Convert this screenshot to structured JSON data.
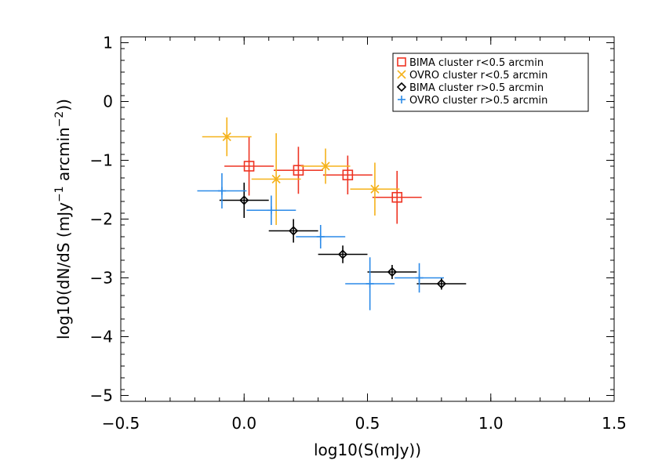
{
  "chart_data": {
    "type": "scatter",
    "xlabel": "log10(S(mJy))",
    "ylabel": {
      "prefix": "log10(dN/dS (mJy",
      "exp1": "−1",
      "middle": " arcmin",
      "exp2": "−2",
      "suffix": "))"
    },
    "xlim": [
      -0.5,
      1.5
    ],
    "ylim": [
      -5.1,
      1.1
    ],
    "xticks": [
      -0.5,
      0.0,
      0.5,
      1.0,
      1.5
    ],
    "xtick_labels": [
      "−0.5",
      "0.0",
      "0.5",
      "1.0",
      "1.5"
    ],
    "yticks": [
      -5,
      -4,
      -3,
      -2,
      -1,
      0,
      1
    ],
    "ytick_labels": [
      "−5",
      "−4",
      "−3",
      "−2",
      "−1",
      "0",
      "1"
    ],
    "grid": false,
    "legend_position": "top-right",
    "series": [
      {
        "name": "BIMA cluster r<0.5 arcmin",
        "color": "#ee3322",
        "marker": "square",
        "points": [
          {
            "x": 0.02,
            "y": -1.1,
            "xerr": 0.1,
            "yerr": 0.5
          },
          {
            "x": 0.22,
            "y": -1.17,
            "xerr": 0.1,
            "yerr": 0.4
          },
          {
            "x": 0.42,
            "y": -1.25,
            "xerr": 0.1,
            "yerr": 0.33
          },
          {
            "x": 0.62,
            "y": -1.63,
            "xerr": 0.1,
            "yerr": 0.45
          }
        ]
      },
      {
        "name": "OVRO cluster r<0.5 arcmin",
        "color": "#f5b21a",
        "marker": "x",
        "points": [
          {
            "x": -0.07,
            "y": -0.6,
            "xerr": 0.1,
            "yerr": 0.33
          },
          {
            "x": 0.13,
            "y": -1.32,
            "xerr": 0.1,
            "yerr": 0.78
          },
          {
            "x": 0.33,
            "y": -1.1,
            "xerr": 0.1,
            "yerr": 0.3
          },
          {
            "x": 0.53,
            "y": -1.49,
            "xerr": 0.1,
            "yerr": 0.45
          }
        ]
      },
      {
        "name": "BIMA cluster r>0.5 arcmin",
        "color": "#000000",
        "marker": "diamond",
        "points": [
          {
            "x": 0.0,
            "y": -1.68,
            "xerr": 0.1,
            "yerr": 0.3
          },
          {
            "x": 0.2,
            "y": -2.2,
            "xerr": 0.1,
            "yerr": 0.2
          },
          {
            "x": 0.4,
            "y": -2.6,
            "xerr": 0.1,
            "yerr": 0.15
          },
          {
            "x": 0.6,
            "y": -2.9,
            "xerr": 0.1,
            "yerr": 0.12
          },
          {
            "x": 0.8,
            "y": -3.1,
            "xerr": 0.1,
            "yerr": 0.1
          }
        ]
      },
      {
        "name": "OVRO cluster r>0.5 arcmin",
        "color": "#2b8ae8",
        "marker": "plus",
        "points": [
          {
            "x": -0.09,
            "y": -1.52,
            "xerr": 0.1,
            "yerr": 0.3
          },
          {
            "x": 0.11,
            "y": -1.85,
            "xerr": 0.1,
            "yerr": 0.25
          },
          {
            "x": 0.31,
            "y": -2.3,
            "xerr": 0.1,
            "yerr": 0.2
          },
          {
            "x": 0.51,
            "y": -3.1,
            "xerr": 0.1,
            "yerr": 0.45
          },
          {
            "x": 0.71,
            "y": -3.0,
            "xerr": 0.1,
            "yerr": 0.25
          }
        ]
      }
    ]
  }
}
